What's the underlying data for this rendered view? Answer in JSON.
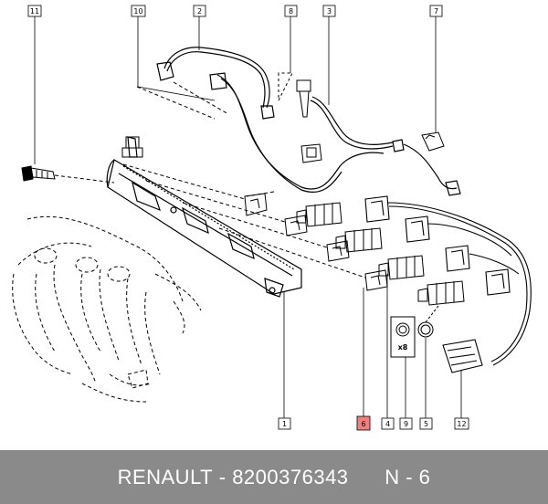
{
  "callouts": {
    "c1": "1",
    "c2": "2",
    "c3": "3",
    "c4": "4",
    "c5": "5",
    "c6": "6",
    "c7": "7",
    "c8": "8",
    "c9": "9",
    "c10": "10",
    "c11": "11",
    "c12": "12"
  },
  "quantity_label": "x8",
  "highlight_color": "#f08080",
  "footer": {
    "brand": "RENAULT",
    "separator": " - ",
    "part_number": "8200376343",
    "ref": "N - 6"
  }
}
